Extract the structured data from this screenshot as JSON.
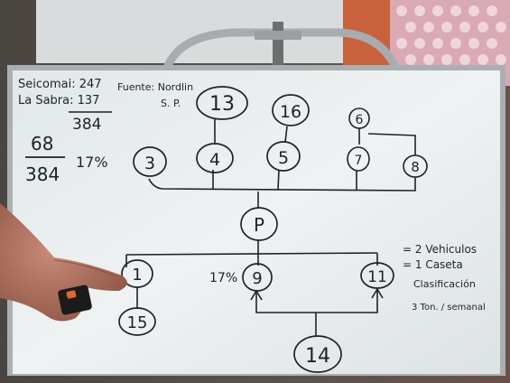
{
  "notes": {
    "line1": "Seicomai: 247",
    "line2": "La Sabra: 137",
    "fuente_line1": "Fuente: Nordlin",
    "fuente_line2": "S. P.",
    "total": "384",
    "frac_numerator": "68",
    "frac_denominator": "384",
    "frac_percent": "17%",
    "mid_percent": "17%"
  },
  "nodes": {
    "n13": "13",
    "n16": "16",
    "n6": "6",
    "n3": "3",
    "n4": "4",
    "n5": "5",
    "n7": "7",
    "n8": "8",
    "nP": "P",
    "n1": "1",
    "n9": "9",
    "n11": "11",
    "n15": "15",
    "n14": "14"
  },
  "legend": {
    "line1": "= 2 Vehiculos",
    "line2": "= 1 Caseta",
    "line3": "Clasificación",
    "line4": "3 Ton. / semanal"
  },
  "colors": {
    "board": "#e9eeee",
    "ink": "#1d2326",
    "frame": "#aab0b2",
    "wall": "#3a3633",
    "accent": "#c8623d"
  }
}
